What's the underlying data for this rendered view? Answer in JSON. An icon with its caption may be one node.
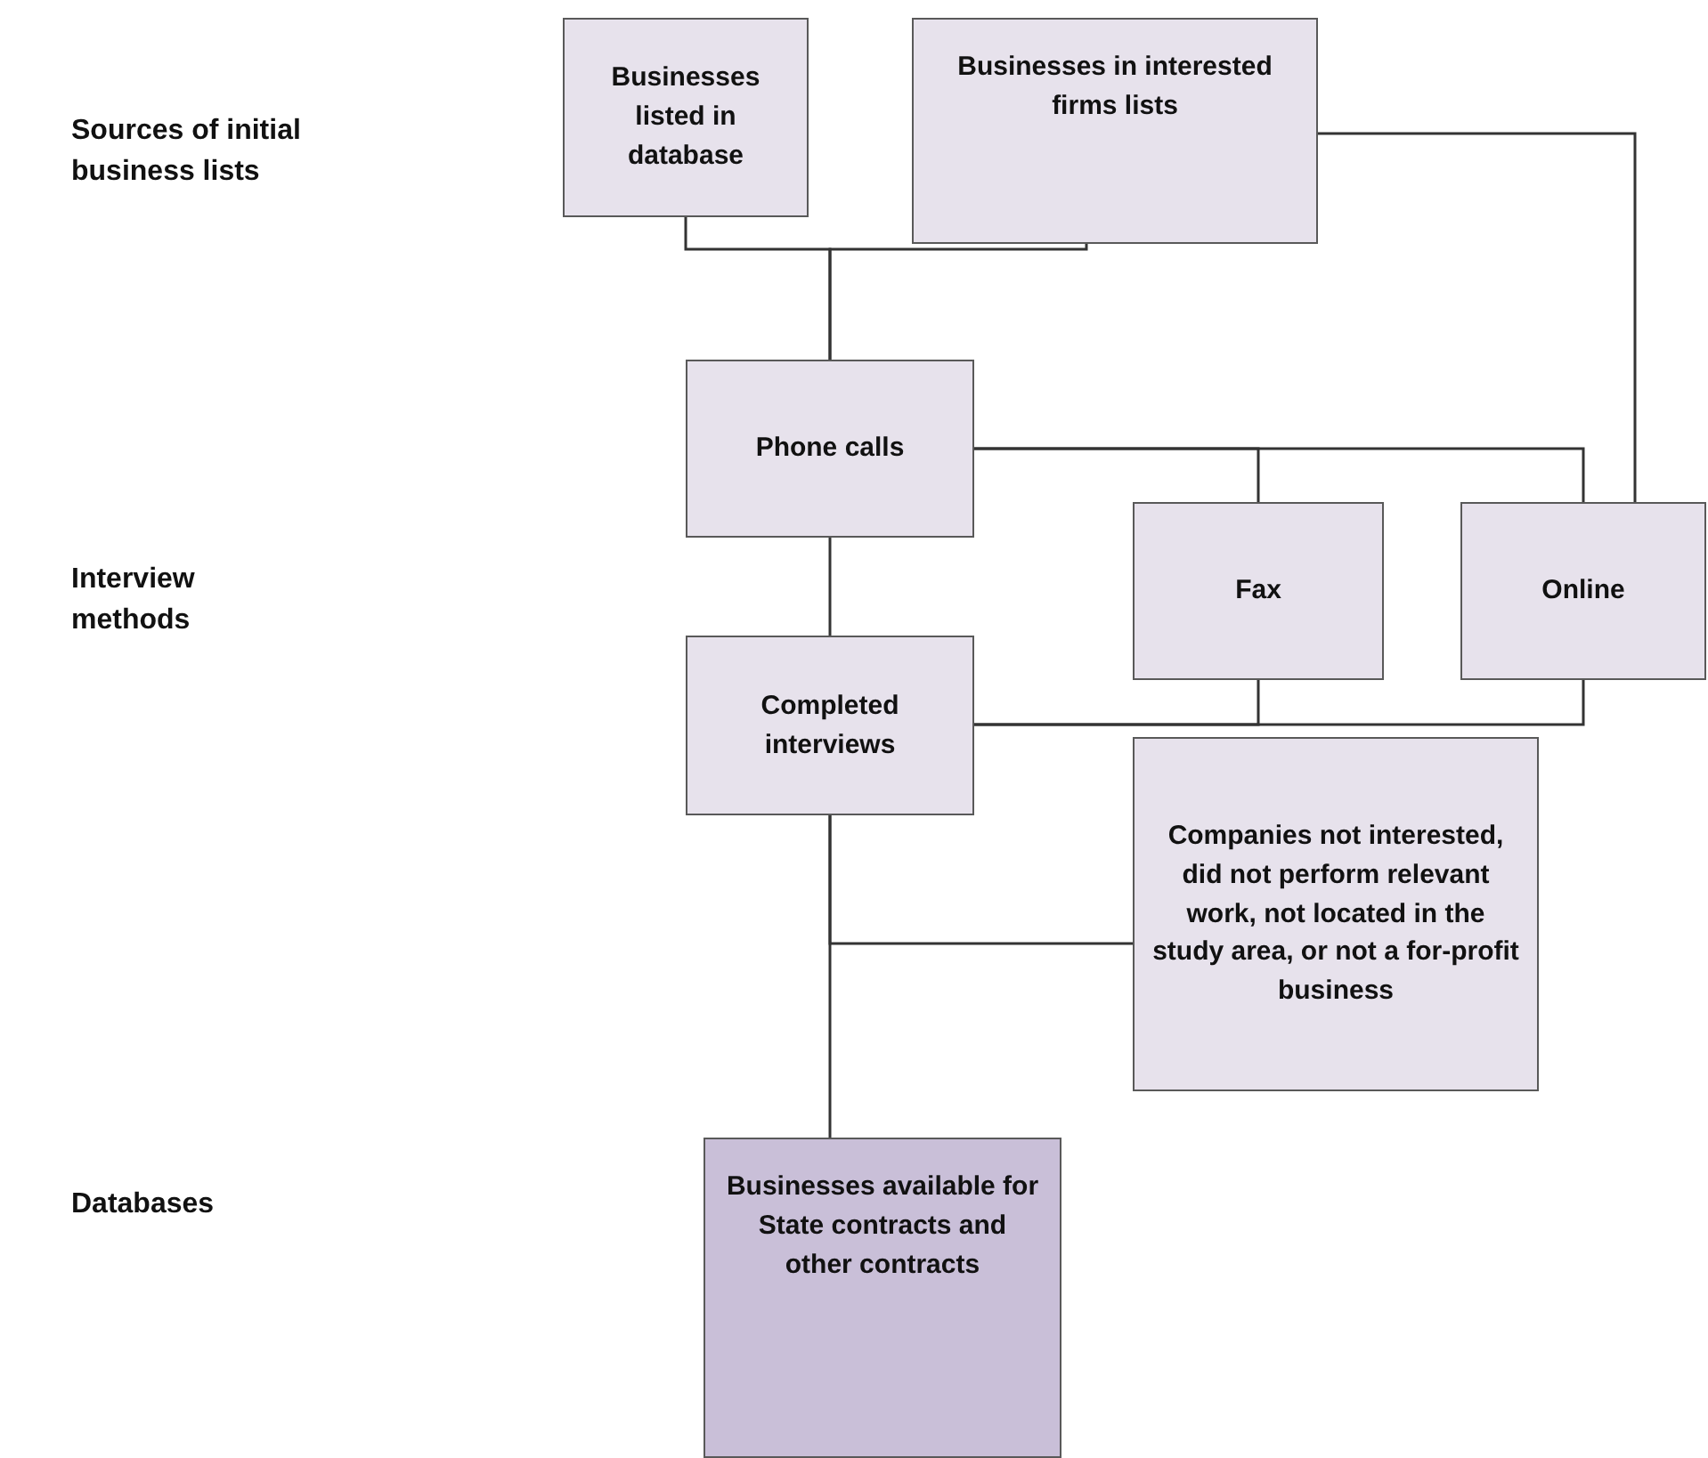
{
  "diagram": {
    "nodes": [
      {
        "text": [
          "Businesses listed in database"
        ]
      },
      {
        "text": [
          "Businesses in interested firms lists"
        ]
      },
      {
        "text": [
          "Phone calls"
        ]
      },
      {
        "text": [
          "Fax"
        ]
      },
      {
        "text": [
          "Online"
        ]
      },
      {
        "text": [
          "Completed interviews"
        ]
      },
      {
        "text": [
          "Companies not interested, did not perform relevant work, not located in the study area, or not a for-profit business"
        ]
      },
      {
        "text": [
          "Businesses available for State contracts and other contracts"
        ]
      }
    ],
    "edges": [
      {
        "from": 0,
        "to": 2,
        "arrow": "none"
      },
      {
        "from": 1,
        "to": 2,
        "arrow": "none"
      },
      {
        "from": 1,
        "to": 4,
        "arrow": "none"
      },
      {
        "from": 2,
        "to": 3,
        "arrow": "none"
      },
      {
        "from": 2,
        "to": 4,
        "arrow": "none"
      },
      {
        "from": 2,
        "to": 5,
        "arrow": "none"
      },
      {
        "from": 3,
        "to": 5,
        "arrow": "none"
      },
      {
        "from": 4,
        "to": 5,
        "arrow": "none"
      },
      {
        "from": 5,
        "to": 6,
        "arrow": "none"
      },
      {
        "from": 5,
        "to": 7,
        "arrow": "none"
      }
    ],
    "labels": [
      "Sources of initial business lists",
      "Interview methods",
      "Databases"
    ]
  }
}
